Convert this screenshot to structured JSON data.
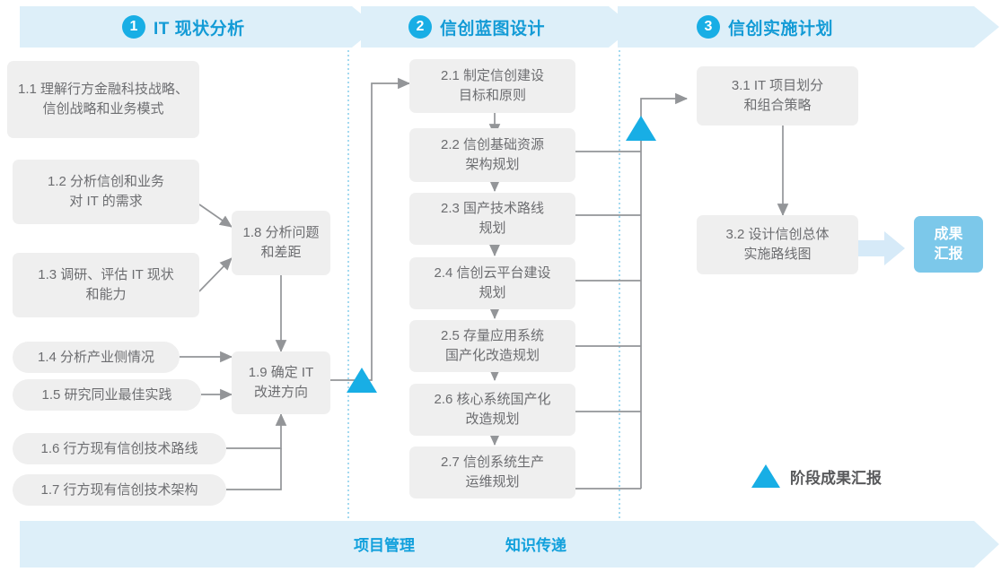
{
  "phases": [
    {
      "num": "1",
      "label": "IT 现状分析"
    },
    {
      "num": "2",
      "label": "信创蓝图设计"
    },
    {
      "num": "3",
      "label": "信创实施计划"
    }
  ],
  "boxes": {
    "b11": "1.1 理解行方金融科技战略、信创战略和业务模式",
    "b12": "1.2 分析信创和业务\n对 IT 的需求",
    "b13": "1.3 调研、评估 IT 现状\n和能力",
    "b14": "1.4 分析产业侧情况",
    "b15": "1.5 研究同业最佳实践",
    "b16": "1.6 行方现有信创技术路线",
    "b17": "1.7 行方现有信创技术架构",
    "b18": "1.8 分析问题\n和差距",
    "b19": "1.9 确定 IT\n改进方向",
    "b21": "2.1 制定信创建设\n目标和原则",
    "b22": "2.2 信创基础资源\n架构规划",
    "b23": "2.3 国产技术路线\n规划",
    "b24": "2.4 信创云平台建设\n规划",
    "b25": "2.5 存量应用系统\n国产化改造规划",
    "b26": "2.6 核心系统国产化\n改造规划",
    "b27": "2.7 信创系统生产\n运维规划",
    "b31": "3.1 IT 项目划分\n和组合策略",
    "b32": "3.2 设计信创总体\n实施路线图"
  },
  "result_badge": "成果\n汇报",
  "legend": {
    "icon": "triangle-marker-icon",
    "text": "阶段成果汇报"
  },
  "bottom_bar": {
    "items": [
      "项目管理",
      "知识传递"
    ]
  },
  "colors": {
    "banner_bg": "#DDEFF9",
    "banner_text": "#139BD6",
    "phase_circle": "#18AEE5",
    "box_bg": "#EFEFEF",
    "box_text": "#6C6D70",
    "connector": "#939598",
    "marker_blue": "#18AEE5",
    "badge_bg": "#7CC8EA",
    "badge_arrow": "#D6EAF8",
    "divider": "#8ED0ED"
  }
}
